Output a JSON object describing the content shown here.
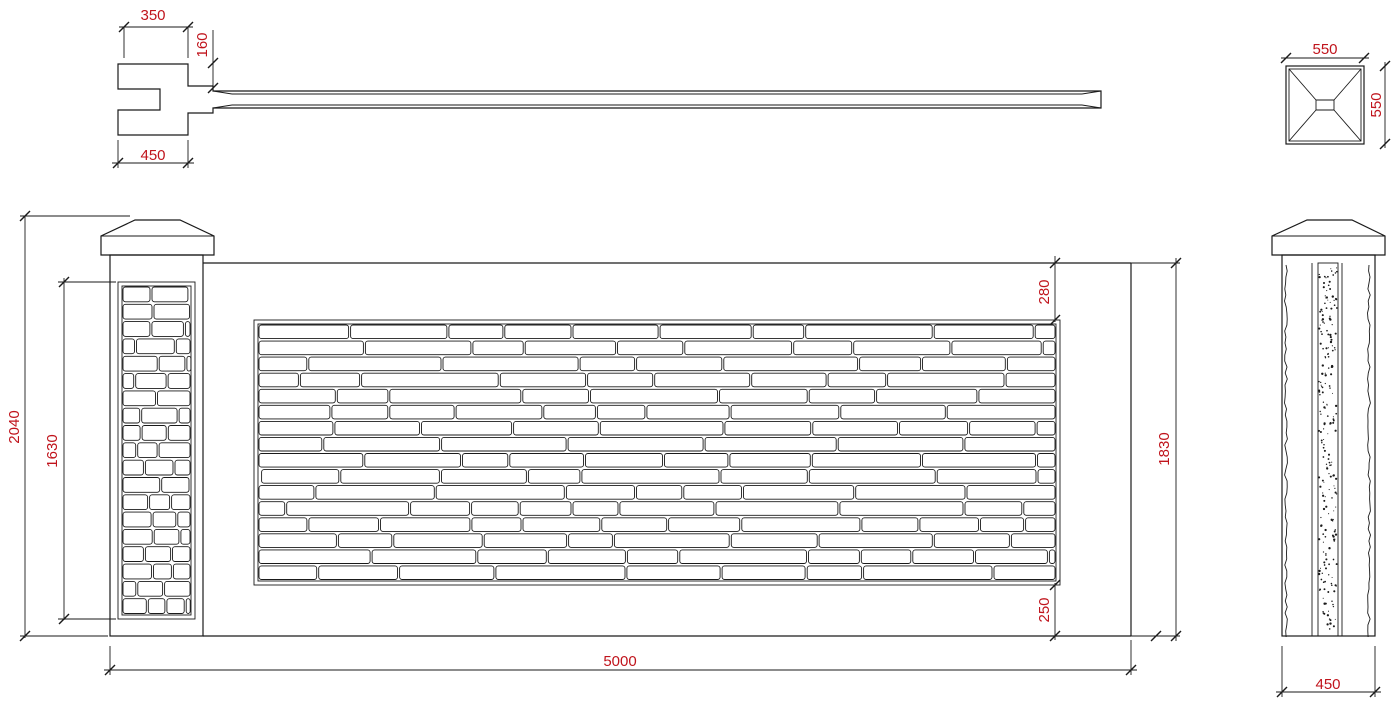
{
  "dimensions": {
    "plan_post_slot_width": "350",
    "plan_slot_depth": "160",
    "plan_post_width": "450",
    "cap_plan_width": "550",
    "cap_plan_depth": "550",
    "total_height": "2040",
    "post_panel_height": "1630",
    "wall_height": "1830",
    "top_margin": "280",
    "bottom_margin": "250",
    "total_length": "5000",
    "side_post_width": "450"
  },
  "colors": {
    "dimension_text": "#c0141c",
    "line": "#1a1a1a",
    "background": "#ffffff"
  }
}
